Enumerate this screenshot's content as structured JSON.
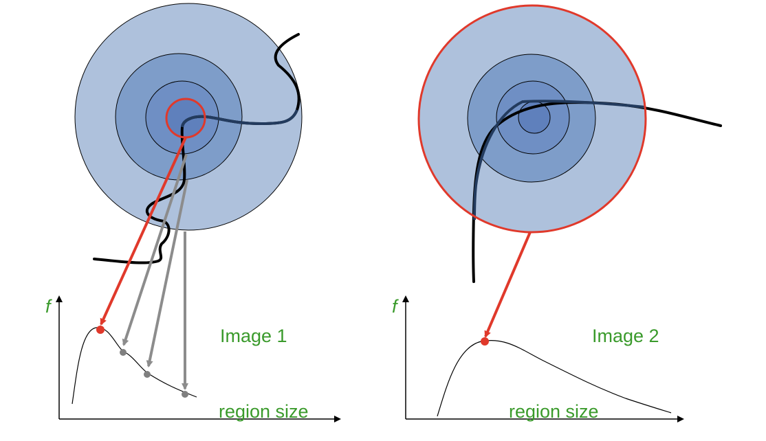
{
  "colors": {
    "ring_outer": "#aec1dc",
    "ring_mid": "#7e9dc9",
    "ring_inner": "#6f8fc4",
    "ring_core": "#5f80bc",
    "highlight_red": "#e0392b",
    "arrow_gray": "#8c8c8c",
    "curve": "#000000",
    "label_green": "#3a9a2b"
  },
  "panels": [
    {
      "image_label": "Image 1",
      "axis_y_label": "f",
      "axis_x_label": "region size"
    },
    {
      "image_label": "Image 2",
      "axis_y_label": "f",
      "axis_x_label": "region size"
    }
  ]
}
